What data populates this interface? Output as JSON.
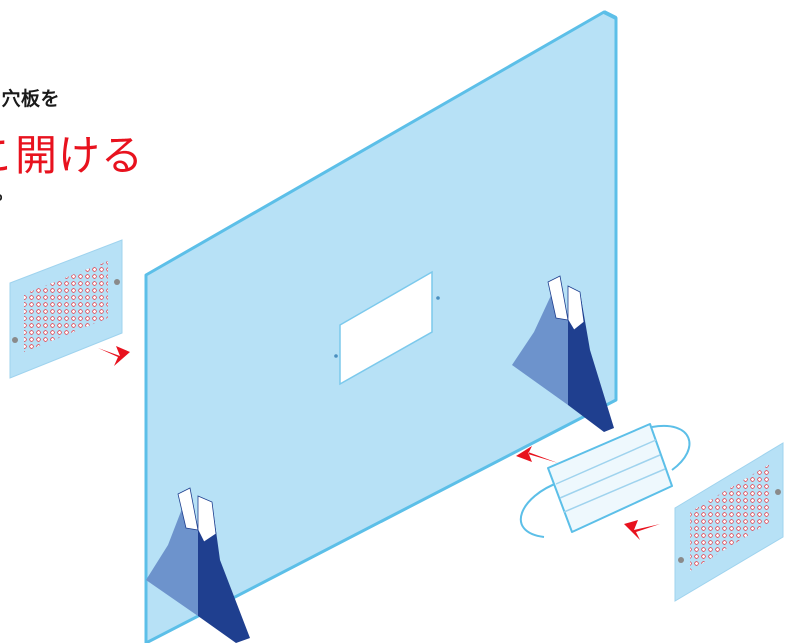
{
  "heading": {
    "line1": "な穴板を",
    "line2": "こ開ける",
    "line3": "す。"
  },
  "colors": {
    "panel_fill": "#b7e1f6",
    "panel_edge": "#5cbfe8",
    "accent_red": "#e8121e",
    "mountain_dark": "#1f3f8f",
    "mountain_light": "#6d93cc",
    "arrow": "#e8121e"
  },
  "icons": [
    "perforated-plate-icon",
    "mask-icon",
    "mountain-stand-icon",
    "arrow-icon"
  ]
}
